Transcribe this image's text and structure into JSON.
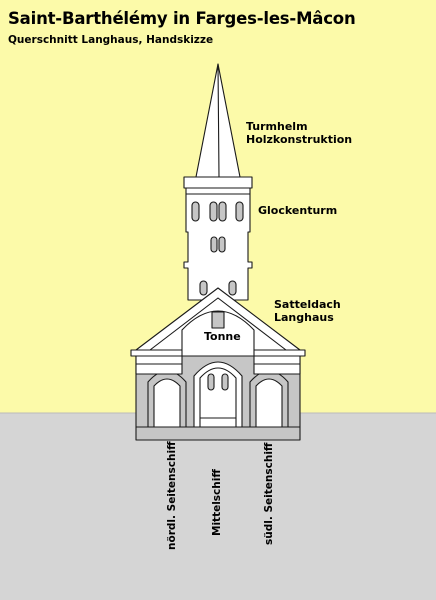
{
  "title": "Saint-Barthélémy in Farges-les-Mâcon",
  "subtitle": "Querschnitt Langhaus, Handskizze",
  "labels": {
    "turmhelm": [
      "Turmhelm",
      "Holzkonstruktion"
    ],
    "glockenturm": "Glockenturm",
    "satteldach": [
      "Satteldach",
      "Langhaus"
    ],
    "tonne": "Tonne",
    "nord": "nördl. Seitenschiff",
    "mittel": "Mittelschiff",
    "sued": "südl. Seitenschiff"
  },
  "colors": {
    "sky": "#fcfaa9",
    "ground": "#d5d5d5",
    "wall_section": "#c6c6c6",
    "line": "#1a1a1a"
  }
}
